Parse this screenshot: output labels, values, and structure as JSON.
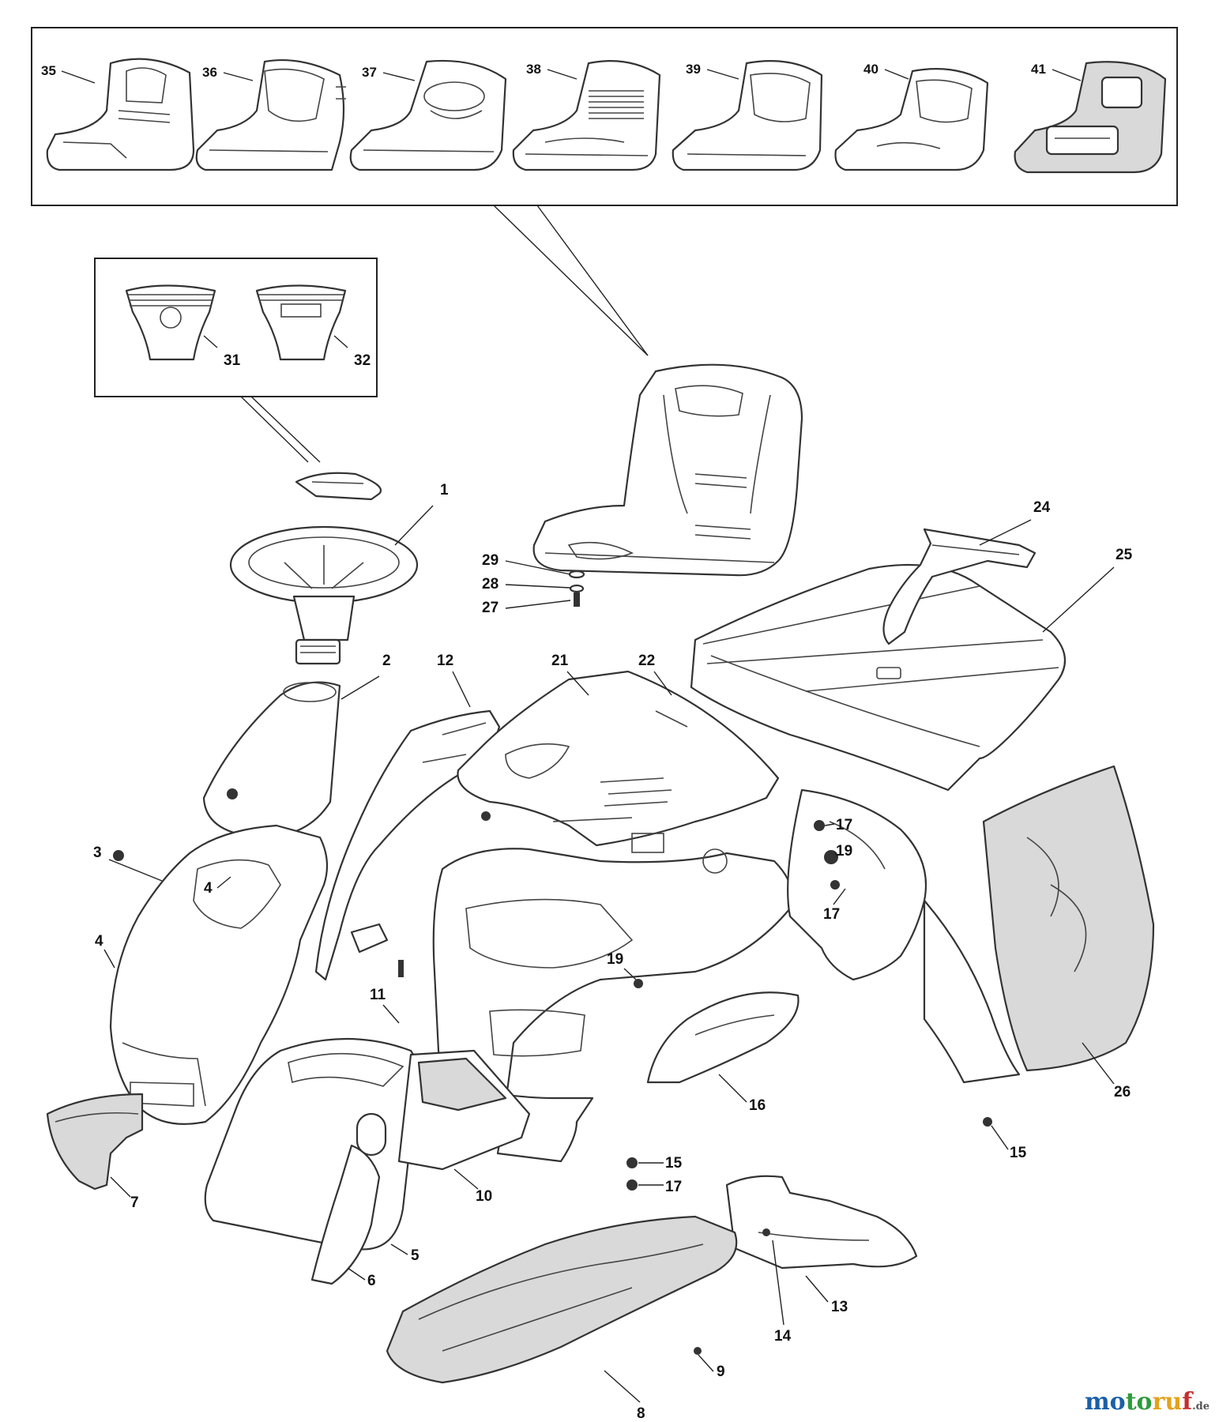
{
  "callouts": {
    "c1": "1",
    "c2": "2",
    "c3": "3",
    "c4a": "4",
    "c4b": "4",
    "c5": "5",
    "c6": "6",
    "c7": "7",
    "c8": "8",
    "c9": "9",
    "c10": "10",
    "c11": "11",
    "c12": "12",
    "c13": "13",
    "c14": "14",
    "c15a": "15",
    "c15b": "15",
    "c16": "16",
    "c17a": "17",
    "c17b": "17",
    "c17c": "17",
    "c19a": "19",
    "c19b": "19",
    "c21": "21",
    "c22": "22",
    "c24": "24",
    "c25": "25",
    "c26": "26",
    "c27": "27",
    "c28": "28",
    "c29": "29",
    "c31": "31",
    "c32": "32",
    "c35": "35",
    "c36": "36",
    "c37": "37",
    "c38": "38",
    "c39": "39",
    "c40": "40",
    "c41": "41"
  },
  "logo": {
    "part1": "mo",
    "part2": "to",
    "part3": "ru",
    "part4": "f",
    "tld": ".de"
  },
  "colors": {
    "line": "#333333",
    "shade": "#d9d9d9",
    "logo_blue": "#1b5fa8",
    "logo_green": "#2e9a3c",
    "logo_orange": "#e3a21a",
    "logo_red": "#c62e2e"
  }
}
